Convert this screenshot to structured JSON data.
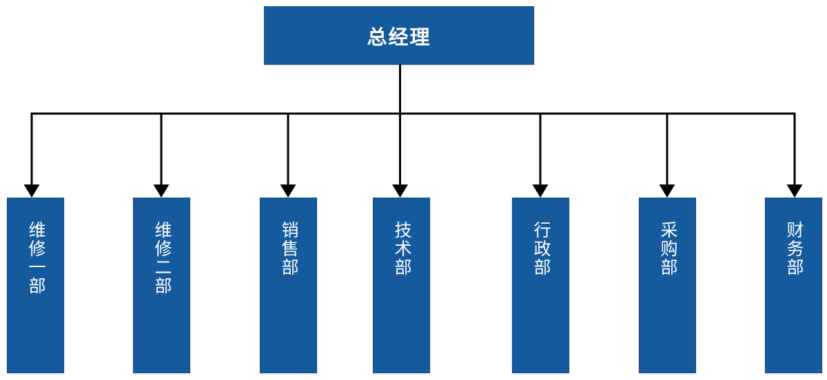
{
  "diagram": {
    "type": "org-chart",
    "root": {
      "label": "总经理"
    },
    "departments": [
      {
        "label": "维修一部"
      },
      {
        "label": "维修二部"
      },
      {
        "label": "销售部"
      },
      {
        "label": "技术部"
      },
      {
        "label": "行政部"
      },
      {
        "label": "采购部"
      },
      {
        "label": "财务部"
      }
    ],
    "colors": {
      "box_fill": "#155A9C",
      "box_border": "#0F4B82",
      "box_text": "#FFFFFF",
      "connector": "#000000",
      "background": "#FFFFFF"
    }
  }
}
